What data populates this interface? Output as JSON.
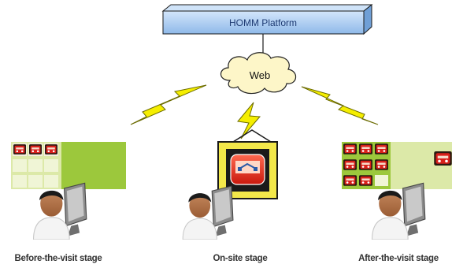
{
  "platform": {
    "label": "HOMM Platform"
  },
  "cloud": {
    "label": "Web"
  },
  "stages": [
    {
      "label": "Before-the-visit stage"
    },
    {
      "label": "On-site stage"
    },
    {
      "label": "After-the-visit stage"
    }
  ],
  "colors": {
    "platform_fill": "#a8ccf0",
    "platform_stroke": "#1a1a1a",
    "cloud_fill": "#fdf6c8",
    "lightning": "#f5ee00",
    "panel_green": "#9cc83c",
    "panel_light": "#dce9a8",
    "frame_yellow": "#f3e84a",
    "frame_red": "#d61e14"
  }
}
